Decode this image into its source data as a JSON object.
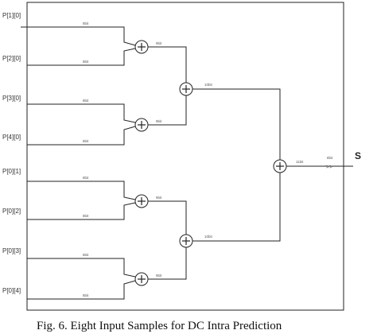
{
  "inputs": [
    {
      "label": "P[1][0]",
      "bus": "8bit"
    },
    {
      "label": "P[2][0]",
      "bus": "8bit"
    },
    {
      "label": "P[3][0]",
      "bus": "8bit"
    },
    {
      "label": "P[4][0]",
      "bus": "8bit"
    },
    {
      "label": "P[0][1]",
      "bus": "8bit"
    },
    {
      "label": "P[0][2]",
      "bus": "8bit"
    },
    {
      "label": "P[0][3]",
      "bus": "8bit"
    },
    {
      "label": "P[0][4]",
      "bus": "8bit"
    }
  ],
  "stage1_buses": [
    "9bit",
    "9bit",
    "9bit",
    "9bit"
  ],
  "stage2_buses": [
    "10bit",
    "10bit"
  ],
  "stage3_bus": "11bit",
  "shift_bus": "8bit",
  "shift_symbol": ">>",
  "output_label": "S",
  "caption": "Fig. 6. Eight Input Samples for DC Intra Prediction"
}
